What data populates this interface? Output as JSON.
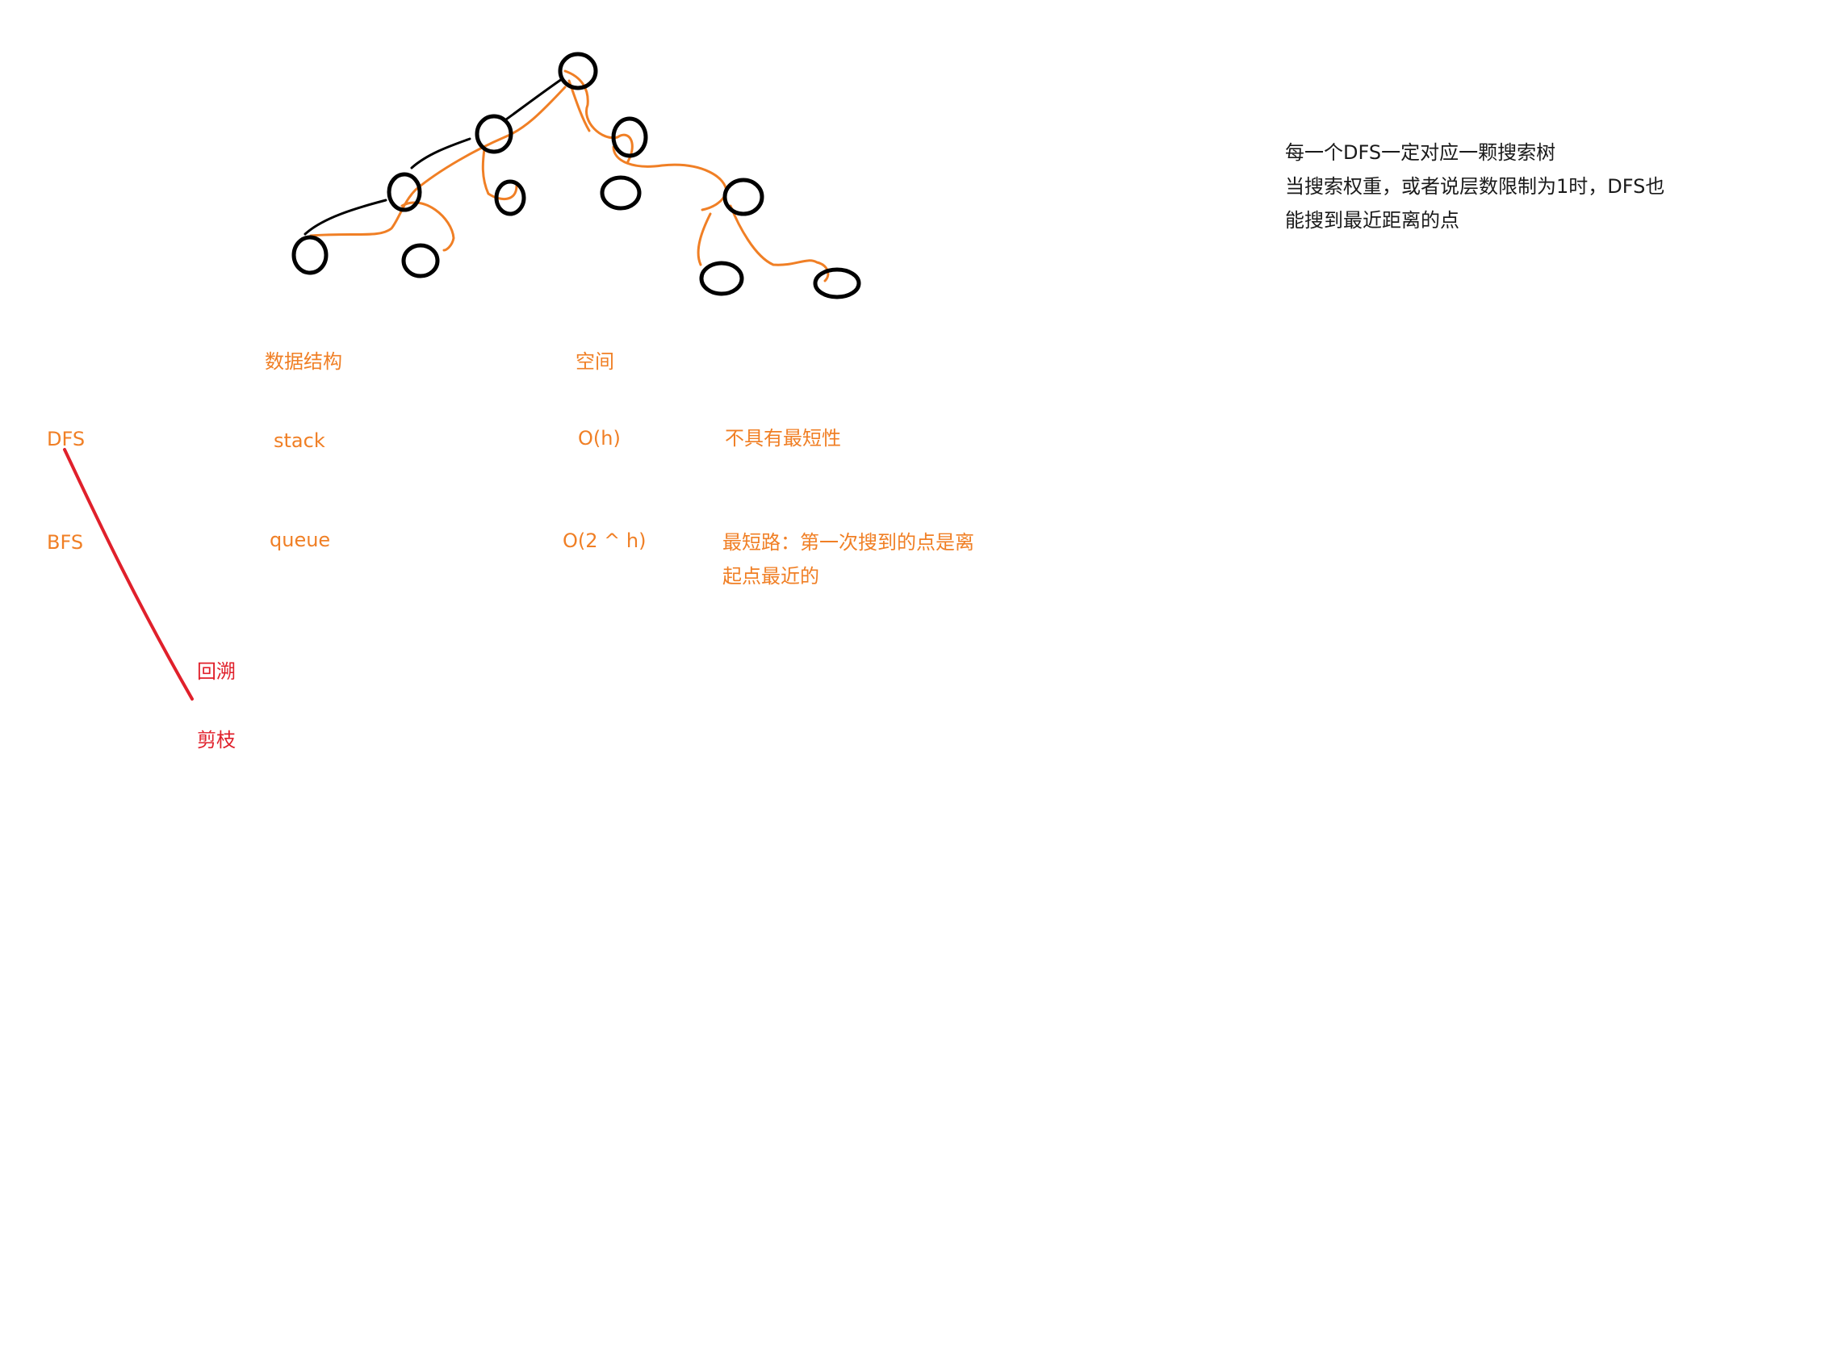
{
  "headers": {
    "structure": "数据结构",
    "space": "空间"
  },
  "rows": {
    "dfs": {
      "name": "DFS",
      "structure": "stack",
      "space": "O(h)",
      "property": "不具有最短性"
    },
    "bfs": {
      "name": "BFS",
      "structure": "queue",
      "space": "O(2 ^ h)",
      "property_line1": "最短路：第一次搜到的点是离",
      "property_line2": "起点最近的"
    }
  },
  "annotations": {
    "backtrack": "回溯",
    "prune": "剪枝"
  },
  "note": {
    "line1": "每一个DFS一定对应一颗搜索树",
    "line2": "当搜索权重，或者说层数限制为1时，DFS也",
    "line3": "能搜到最近距离的点"
  },
  "colors": {
    "ink_black": "#000000",
    "ink_orange": "#f07f25",
    "ink_red": "#e0202b"
  }
}
